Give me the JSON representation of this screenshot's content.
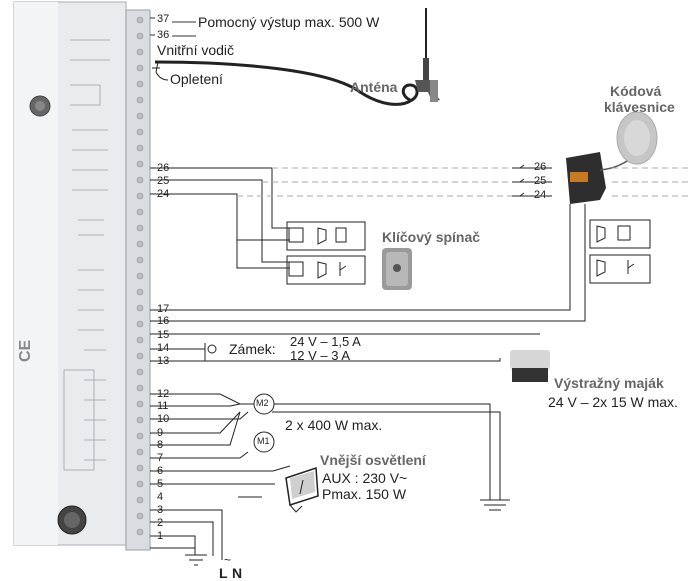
{
  "terminals": [
    "37",
    "36",
    "26",
    "25",
    "24",
    "17",
    "16",
    "15",
    "14",
    "13",
    "12",
    "11",
    "10",
    "9",
    "8",
    "7",
    "6",
    "5",
    "4",
    "3",
    "2",
    "1"
  ],
  "labels": {
    "aux_output": "Pomocný výstup max. 500 W",
    "inner_conductor": "Vnitřní vodič",
    "shield": "Opletení",
    "antenna": "Anténa",
    "keypad_line1": "Kódová",
    "keypad_line2": "klávesnice",
    "key_switch": "Klíčový spínač",
    "lock": "Zámek:",
    "lock_spec1": "24 V – 1,5 A",
    "lock_spec2": "12 V – 3 A",
    "beacon": "Výstražný maják",
    "beacon_spec": "24 V – 2x 15 W max.",
    "motor_m2": "M2",
    "motor_m1": "M1",
    "motors_spec": "2 x 400 W max.",
    "light": "Vnější osvětlení",
    "light_aux": "AUX : 230 V~",
    "light_pmax": "Pmax. 150 W",
    "phase": "L",
    "neutral": "N",
    "tilde": "~"
  },
  "keypad_terminals": [
    "26",
    "25",
    "24"
  ],
  "icons": [
    "antenna-icon",
    "keypad-icon",
    "key-switch-icon",
    "beacon-icon",
    "lamp-icon",
    "ground-icon",
    "lock-icon"
  ]
}
